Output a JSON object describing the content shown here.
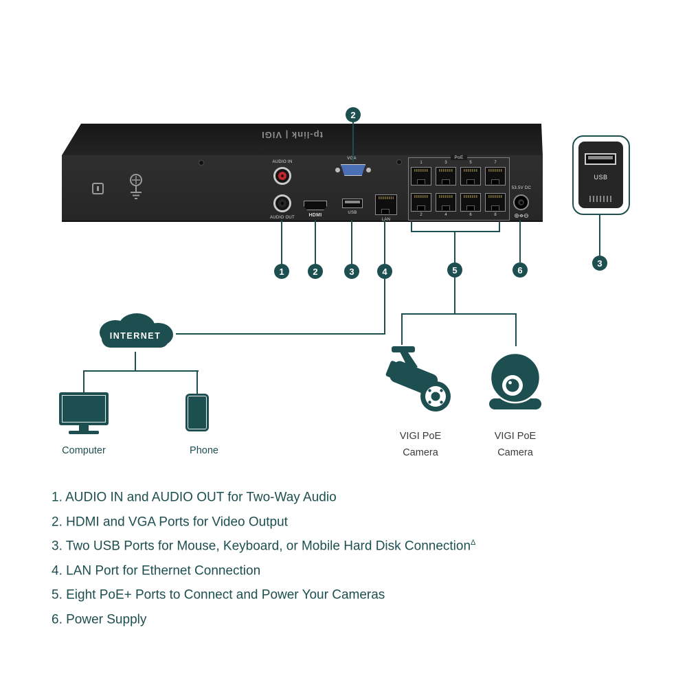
{
  "colors": {
    "accent_teal": "#1d4e50",
    "device_front": "#2a2a2a",
    "device_top": "#1c1c1c",
    "vga_blue": "#4a6fb5",
    "audio_in_red": "#c0272d"
  },
  "device": {
    "logo": "tp-link | VIGI",
    "labels": {
      "audio_in": "AUDIO IN",
      "audio_out": "AUDIO OUT",
      "hdmi": "HDMI",
      "vga": "VGA",
      "usb": "USB",
      "lan": "LAN",
      "poe": "PoE",
      "power": "53.5V DC",
      "poe_top_numbers": [
        "1",
        "3",
        "5",
        "7"
      ],
      "poe_bottom_numbers": [
        "2",
        "4",
        "6",
        "8"
      ]
    }
  },
  "callouts": {
    "top_vga": "2",
    "bottom": [
      "1",
      "2",
      "3",
      "4",
      "5",
      "6"
    ],
    "usb_side": "3"
  },
  "usb_zoom": {
    "label": "USB"
  },
  "network": {
    "internet_label": "INTERNET",
    "computer_label": "Computer",
    "phone_label": "Phone"
  },
  "cameras": [
    {
      "line1": "VIGI PoE",
      "line2": "Camera"
    },
    {
      "line1": "VIGI PoE",
      "line2": "Camera"
    }
  ],
  "legend": {
    "items": [
      {
        "text": "1. AUDIO IN and AUDIO OUT for Two-Way Audio",
        "sup": ""
      },
      {
        "text": "2. HDMI and VGA Ports for Video Output",
        "sup": ""
      },
      {
        "text": "3. Two USB Ports for Mouse, Keyboard, or Mobile Hard Disk Connection",
        "sup": "Δ"
      },
      {
        "text": "4. LAN Port for Ethernet Connection",
        "sup": ""
      },
      {
        "text": "5. Eight PoE+ Ports to Connect and Power Your Cameras",
        "sup": ""
      },
      {
        "text": "6. Power Supply",
        "sup": ""
      }
    ]
  }
}
